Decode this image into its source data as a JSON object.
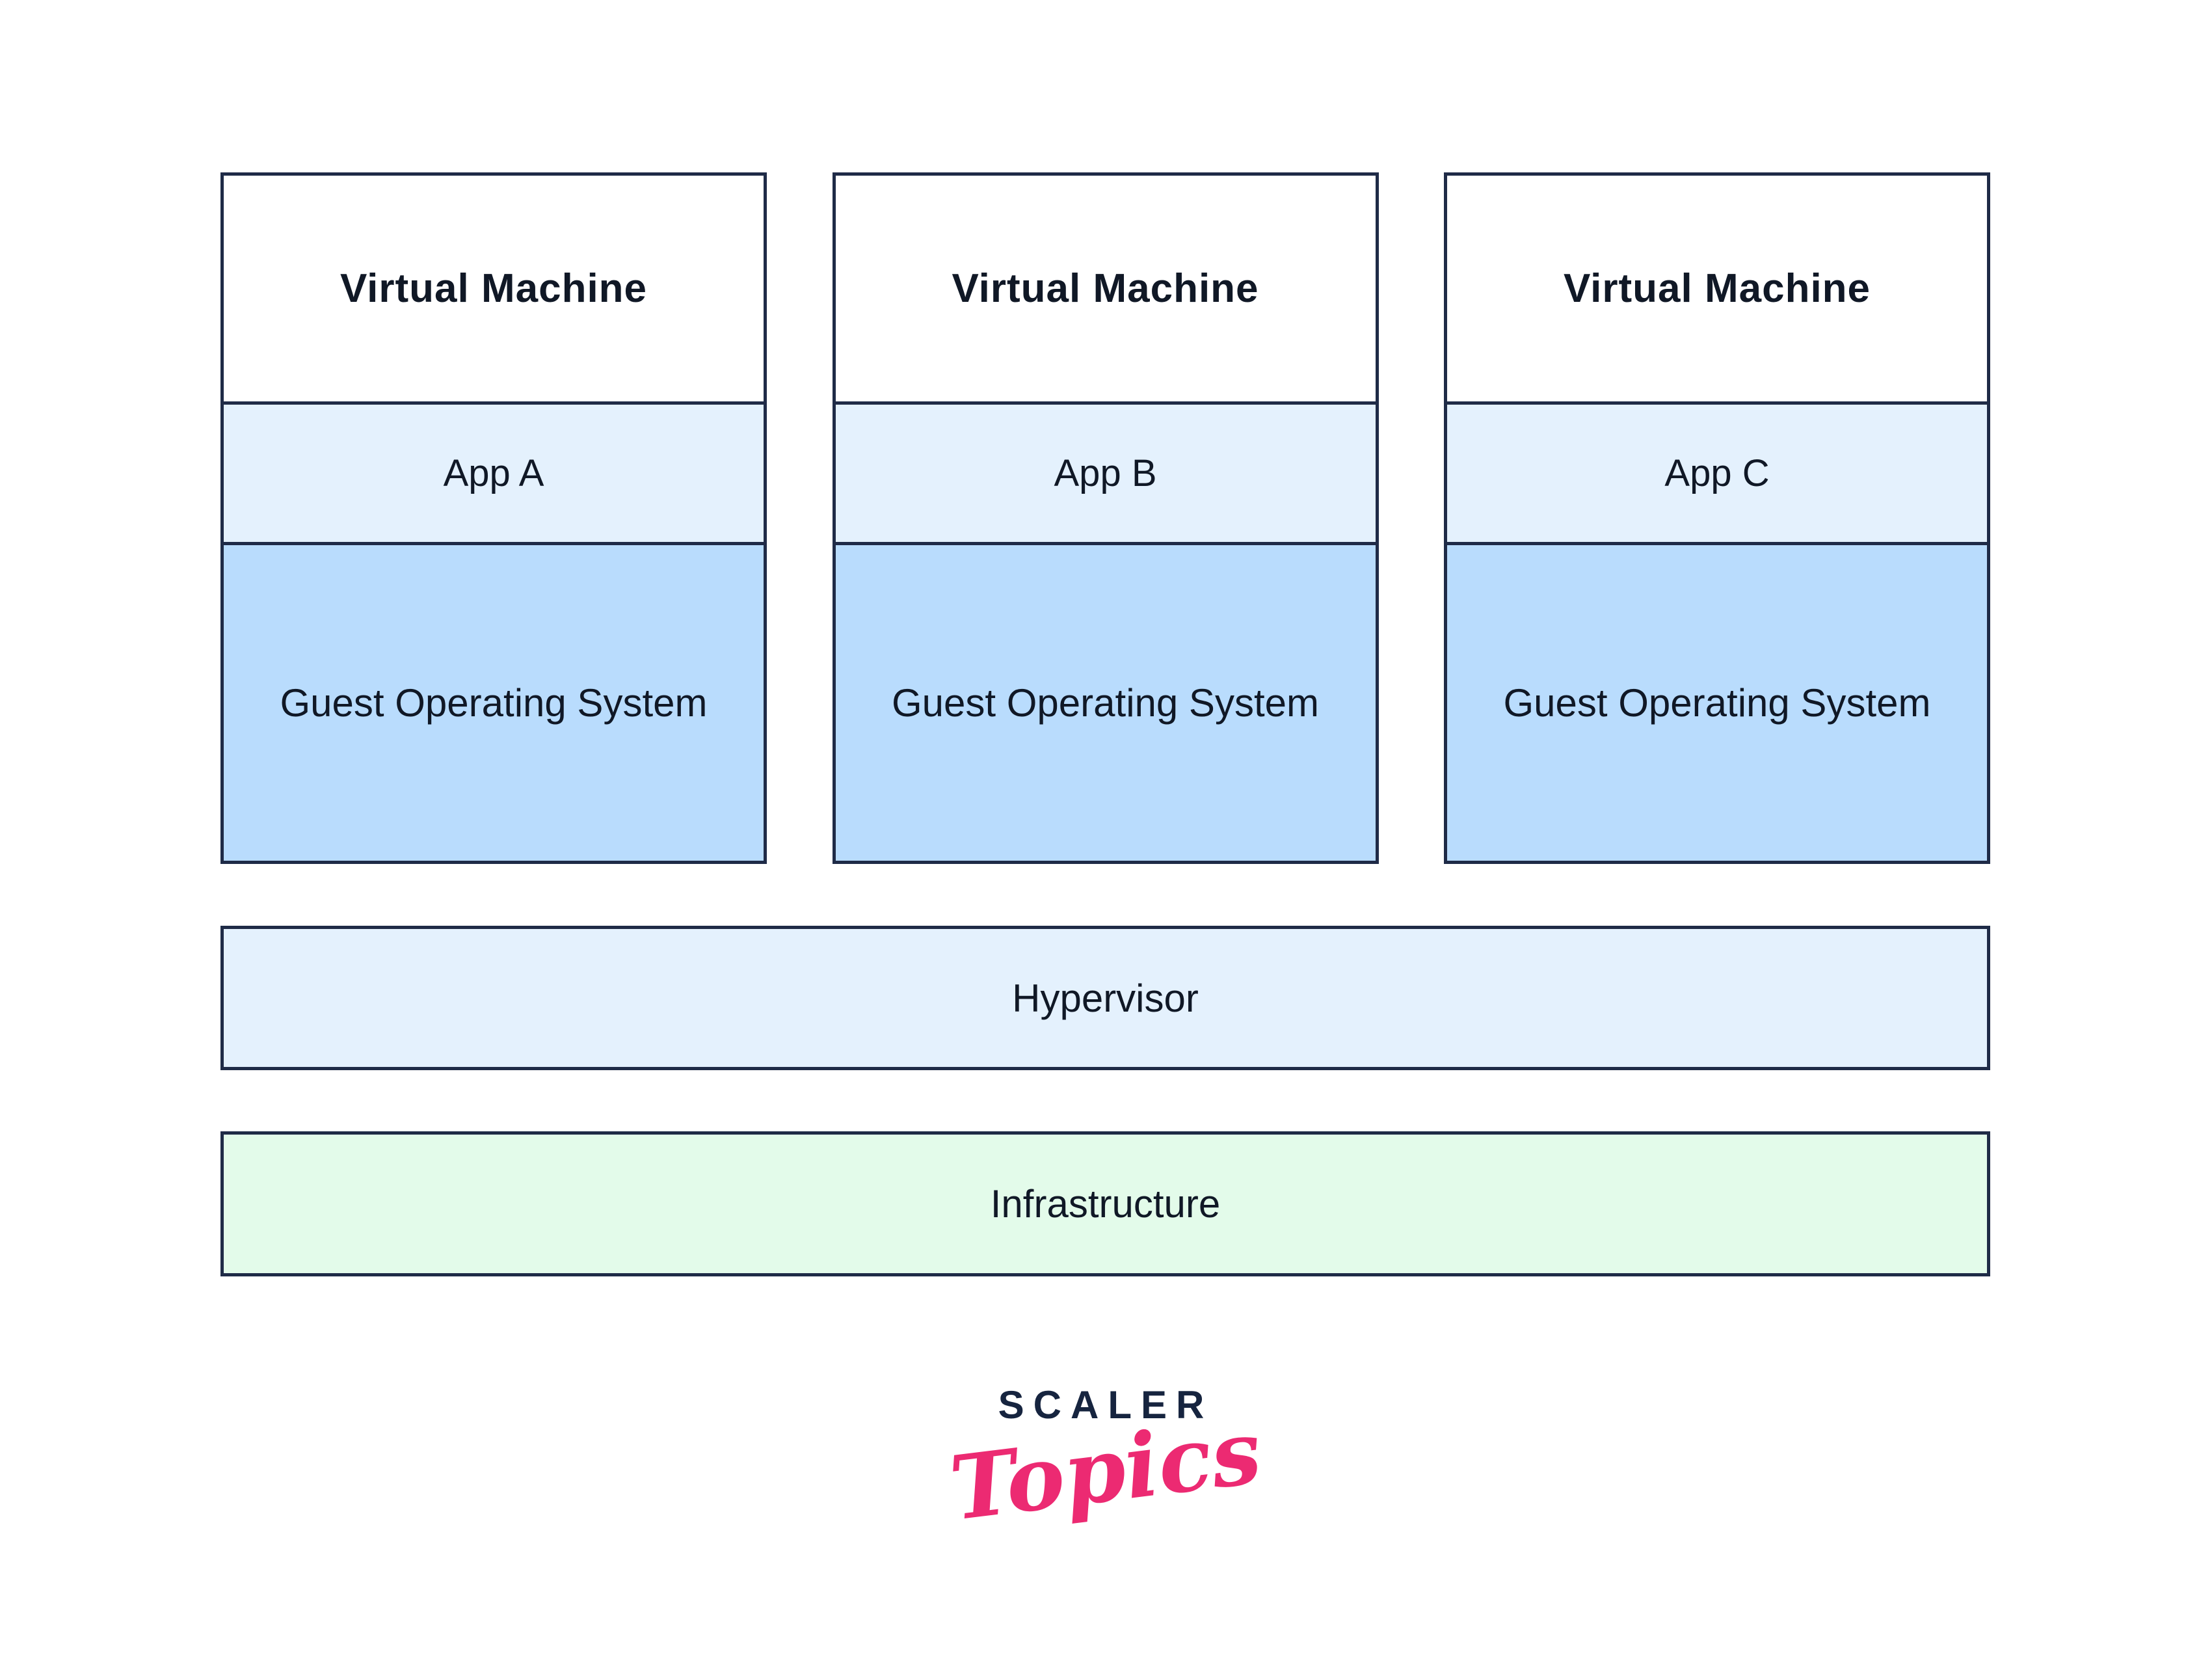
{
  "diagram": {
    "vms": [
      {
        "title": "Virtual Machine",
        "app": "App A",
        "os": "Guest Operating System"
      },
      {
        "title": "Virtual Machine",
        "app": "App B",
        "os": "Guest Operating System"
      },
      {
        "title": "Virtual Machine",
        "app": "App C",
        "os": "Guest Operating System"
      }
    ],
    "hypervisor_label": "Hypervisor",
    "infrastructure_label": "Infrastructure"
  },
  "logo": {
    "brand": "SCALER",
    "sub": "Topics"
  },
  "colors": {
    "border": "#1F2B47",
    "band-light-blue": "#E4F1FD",
    "band-medium-blue": "#B9DCFD",
    "band-light-green": "#E3FBEA",
    "text-dark": "#101826",
    "brand-navy": "#16243F",
    "brand-pink": "#EC2A72"
  }
}
